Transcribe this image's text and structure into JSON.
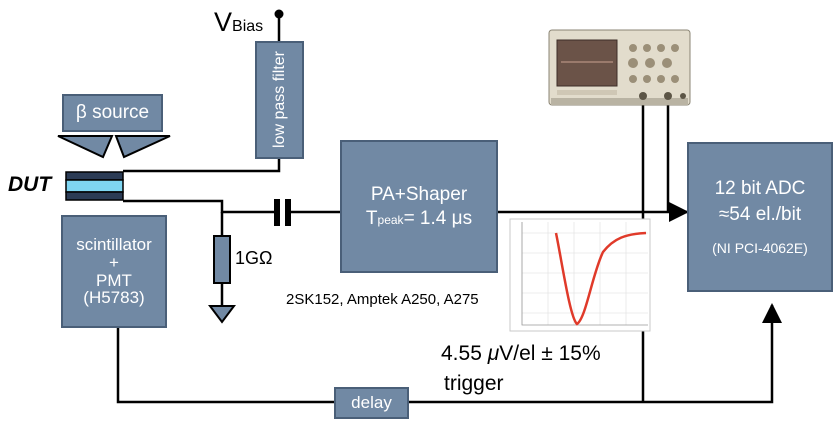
{
  "labels": {
    "vbias_main": "V",
    "vbias_sub": "Bias",
    "low_pass_filter": "low pass filter",
    "beta_source": "β source",
    "dut": "DUT",
    "scintillator_lines": [
      "scintillator",
      "+",
      "PMT",
      "(H5783)"
    ],
    "pa_line1": "PA+Shaper",
    "pa_line2_main": "T",
    "pa_line2_sub": "peak",
    "pa_line2_rest": "= 1.4 μs",
    "resistor": "1GΩ",
    "adc_line1": "12 bit ADC",
    "adc_line2": "≈54 el./bit",
    "adc_line3": "(NI PCI-4062E)",
    "components": "2SK152, Amptek A250,  A275",
    "gain_value": "4.55",
    "gain_unit": "μ",
    "gain_rest": "V/el ± 15%",
    "trigger": "trigger",
    "delay": "delay"
  },
  "colors": {
    "box_fill": "#7189a4",
    "box_border": "#4a5f78",
    "dut_strip": "#7fd6f2",
    "pulse_curve": "#e03a2a",
    "line": "#000000"
  },
  "icons": {
    "oscilloscope": "oscilloscope-photo",
    "pulse_plot": "pulse-shape-plot"
  }
}
